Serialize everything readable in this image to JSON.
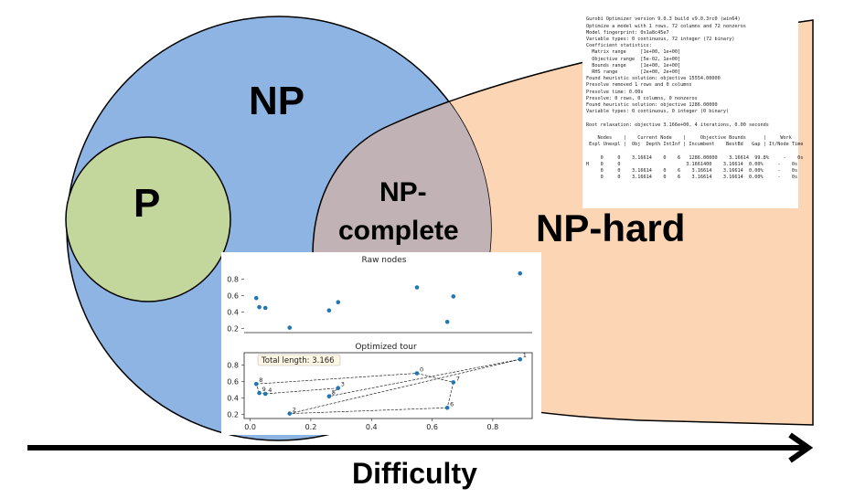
{
  "diagram": {
    "labels": {
      "np": "NP",
      "p": "P",
      "np_complete_line1": "NP-",
      "np_complete_line2": "complete",
      "np_hard": "NP-hard",
      "difficulty": "Difficulty"
    },
    "colors": {
      "np_fill": "#8db4e2",
      "p_fill": "#c3d69b",
      "np_hard_fill": "#fcd5b5",
      "np_complete_fill": "#c0b2b5",
      "outline": "#000000",
      "arrow": "#000000"
    }
  },
  "console": {
    "lines": [
      "Gurobi Optimizer version 9.0.3 build v9.0.3rc0 (win64)",
      "Optimize a model with 1 rows, 72 columns and 72 nonzeros",
      "Model fingerprint: 0x1a8c45e7",
      "Variable types: 0 continuous, 72 integer (72 binary)",
      "Coefficient statistics:",
      "  Matrix range     [1e+00, 1e+00]",
      "  Objective range  [5e-02, 1e+00]",
      "  Bounds range     [1e+00, 1e+00]",
      "  RHS range        [2e+00, 2e+00]",
      "Found heuristic solution: objective 15554.00000",
      "Presolve removed 1 rows and 0 columns",
      "Presolve time: 0.00s",
      "Presolve: 0 rows, 0 columns, 0 nonzeros",
      "Found heuristic solution: objective 1286.00000",
      "Variable types: 0 continuous, 0 integer (0 binary)",
      "",
      "Root relaxation: objective 3.166e+00, 4 iterations, 0.00 seconds",
      "",
      "    Nodes    |    Current Node    |     Objective Bounds      |     Work",
      " Expl Unexpl |  Obj  Depth IntInf | Incumbent    BestBd   Gap | It/Node Time",
      "",
      "     0     0    3.16614    0    6   1286.00000    3.16614  99.8%     -    0s",
      "H    0     0                       3.1661400    3.16614  0.00%     -    0s",
      "     0     0    3.16614    0    6    3.16614    3.16614  0.00%     -    0s",
      "     0     0    3.16614    0    6    3.16614    3.16614  0.00%     -    0s"
    ]
  },
  "plot": {
    "top_title": "Raw nodes",
    "bottom_title": "Optimized tour",
    "total_length_label": "Total length: 3.166",
    "x_ticks": [
      "0.0",
      "0.2",
      "0.4",
      "0.6",
      "0.8"
    ],
    "y_ticks_top": [
      "0.8",
      "0.6",
      "0.4",
      "0.2"
    ],
    "y_ticks_bottom": [
      "0.8",
      "0.6",
      "0.4",
      "0.2"
    ],
    "marker_color": "#1f77b4"
  },
  "chart_data": {
    "type": "scatter",
    "subplots": [
      {
        "title": "Raw nodes",
        "points": [
          {
            "x": 0.02,
            "y": 0.57
          },
          {
            "x": 0.03,
            "y": 0.46
          },
          {
            "x": 0.05,
            "y": 0.45
          },
          {
            "x": 0.13,
            "y": 0.21
          },
          {
            "x": 0.26,
            "y": 0.42
          },
          {
            "x": 0.29,
            "y": 0.52
          },
          {
            "x": 0.55,
            "y": 0.7
          },
          {
            "x": 0.65,
            "y": 0.28
          },
          {
            "x": 0.67,
            "y": 0.59
          },
          {
            "x": 0.89,
            "y": 0.87
          }
        ],
        "ylim": [
          0.15,
          0.95
        ]
      },
      {
        "title": "Optimized tour",
        "points": [
          {
            "x": 0.55,
            "y": 0.7,
            "label": "0"
          },
          {
            "x": 0.89,
            "y": 0.87,
            "label": "1"
          },
          {
            "x": 0.13,
            "y": 0.21,
            "label": "2"
          },
          {
            "x": 0.29,
            "y": 0.52,
            "label": "3"
          },
          {
            "x": 0.05,
            "y": 0.45,
            "label": "4"
          },
          {
            "x": 0.26,
            "y": 0.42,
            "label": "5"
          },
          {
            "x": 0.65,
            "y": 0.28,
            "label": "6"
          },
          {
            "x": 0.67,
            "y": 0.59,
            "label": "7"
          },
          {
            "x": 0.02,
            "y": 0.57,
            "label": "8"
          },
          {
            "x": 0.03,
            "y": 0.46,
            "label": "9"
          }
        ],
        "tour": [
          "0",
          "7",
          "6",
          "2",
          "1",
          "5",
          "3",
          "4",
          "9",
          "8",
          "0"
        ],
        "ylim": [
          0.15,
          0.95
        ]
      }
    ],
    "xlim": [
      -0.02,
      0.93
    ]
  }
}
